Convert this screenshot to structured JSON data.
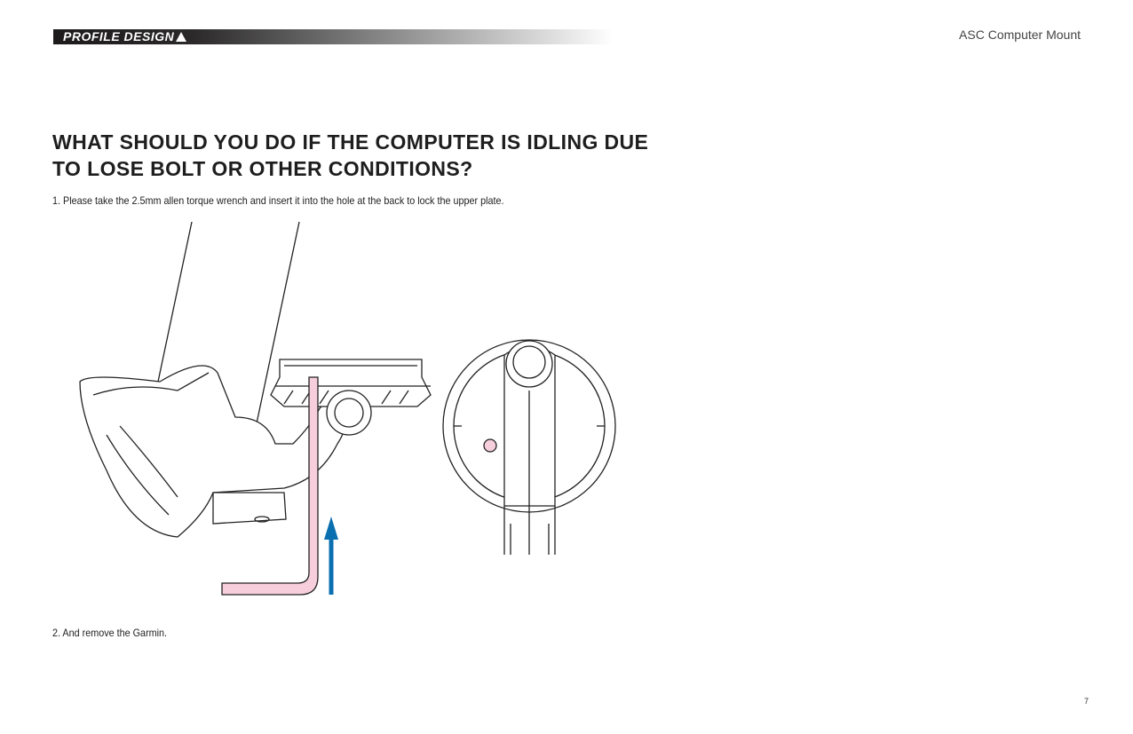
{
  "header": {
    "logo_text": "PROFILE DESIGN",
    "document_title": "ASC Computer Mount"
  },
  "heading": "WHAT SHOULD YOU DO IF THE COMPUTER IS IDLING DUE TO LOSE BOLT OR OTHER CONDITIONS?",
  "steps": [
    "1. Please take the 2.5mm allen torque wrench and insert it into the hole at the back to lock the upper plate.",
    "2. And remove the Garmin."
  ],
  "page_number": "7",
  "colors": {
    "wrench": "#f7cfdc",
    "arrow": "#0a6fb0"
  }
}
